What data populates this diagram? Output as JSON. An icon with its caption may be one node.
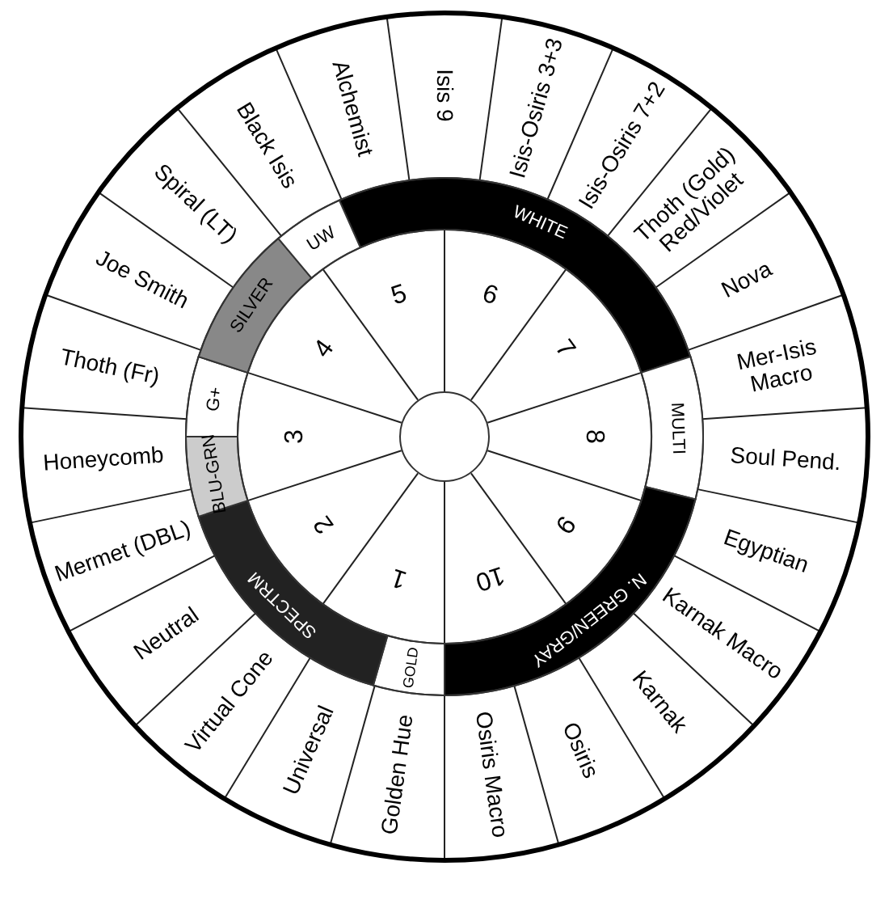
{
  "diagram": {
    "nodes": [
      {
        "text": [
          "Isis 9"
        ]
      },
      {
        "text": [
          "Isis-Osiris 3+3"
        ]
      },
      {
        "text": [
          "Isis-Osiris 7+2"
        ]
      },
      {
        "text": [
          "Thoth (Gold) Red/Violet"
        ]
      },
      {
        "text": [
          "Nova"
        ]
      },
      {
        "text": [
          "Mer-Isis Macro"
        ]
      },
      {
        "text": [
          "Soul Pend."
        ]
      },
      {
        "text": [
          "Egyptian"
        ]
      },
      {
        "text": [
          "Karnak Macro"
        ]
      },
      {
        "text": [
          "Karnak"
        ]
      },
      {
        "text": [
          "Osiris"
        ]
      },
      {
        "text": [
          "Osiris Macro"
        ]
      },
      {
        "text": [
          "Golden Hue"
        ]
      },
      {
        "text": [
          "Universal"
        ]
      },
      {
        "text": [
          "Virtual Cone"
        ]
      },
      {
        "text": [
          "Neutral"
        ]
      },
      {
        "text": [
          "Mermet (DBL)"
        ]
      },
      {
        "text": [
          "Honeycomb"
        ]
      },
      {
        "text": [
          "Thoth (Fr)"
        ]
      },
      {
        "text": [
          "Joe Smith"
        ]
      },
      {
        "text": [
          "Spiral (LT)"
        ]
      },
      {
        "text": [
          "Black Isis"
        ]
      },
      {
        "text": [
          "Alchemist"
        ]
      },
      {
        "text": [
          "WHITE"
        ]
      },
      {
        "text": [
          "MULTI"
        ]
      },
      {
        "text": [
          "N. GREEN/GRAY"
        ]
      },
      {
        "text": [
          "GOLD"
        ]
      },
      {
        "text": [
          "SPECTRM"
        ]
      },
      {
        "text": [
          "BLU-GRN"
        ]
      },
      {
        "text": [
          "G+"
        ]
      },
      {
        "text": [
          "SILVER"
        ]
      },
      {
        "text": [
          "UW"
        ]
      },
      {
        "text": [
          "1"
        ]
      },
      {
        "text": [
          "2"
        ]
      },
      {
        "text": [
          "3"
        ]
      },
      {
        "text": [
          "4"
        ]
      },
      {
        "text": [
          "5"
        ]
      },
      {
        "text": [
          "6"
        ]
      },
      {
        "text": [
          "7"
        ]
      },
      {
        "text": [
          "8"
        ]
      },
      {
        "text": [
          "9"
        ]
      },
      {
        "text": [
          "10"
        ]
      },
      {
        "text": [],
        "shape": "circle"
      }
    ]
  }
}
